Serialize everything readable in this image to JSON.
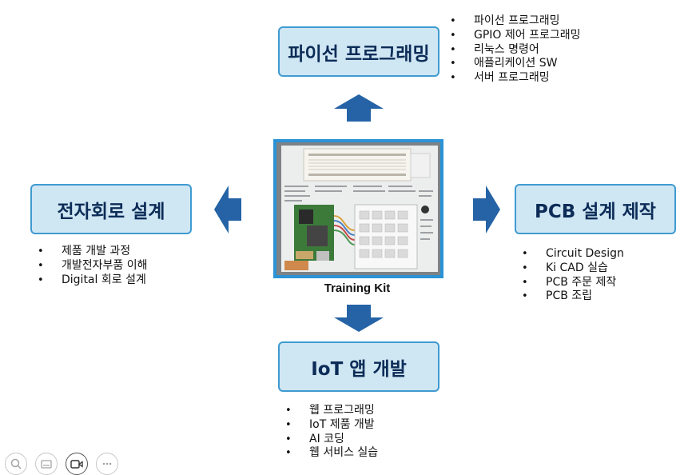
{
  "center": {
    "caption": "Training Kit"
  },
  "nodes": {
    "top": {
      "title": "파이선 프로그래밍",
      "items": [
        "파이선 프로그래밍",
        "GPIO 제어 프로그래밍",
        "리눅스 명령어",
        "애플리케이션 SW",
        "서버 프로그래밍"
      ]
    },
    "left": {
      "title": "전자회로 설계",
      "items": [
        "제품 개발 과정",
        "개발전자부품 이해",
        "Digital 회로 설계"
      ]
    },
    "right": {
      "title": "PCB 설계 제작",
      "items": [
        "Circuit Design",
        "Ki CAD 실습",
        "PCB 주문 제작",
        "PCB 조립"
      ]
    },
    "bottom": {
      "title": "IoT 앱 개발",
      "items": [
        "웹 프로그래밍",
        "IoT 제품 개발",
        "AI 코딩",
        "웹 서비스 실습"
      ]
    }
  },
  "colors": {
    "box_fill": "#cfe6f3",
    "box_border": "#3f9bd1",
    "arrow": "#2563a6",
    "title_text": "#0c2c57",
    "photo_frame": "#2b93d6"
  },
  "toolbar": {
    "icons": [
      "zoom-icon",
      "subtitles-icon",
      "video-camera-icon",
      "more-icon"
    ]
  }
}
